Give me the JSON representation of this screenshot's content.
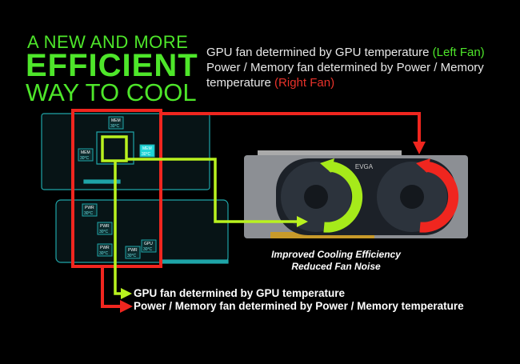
{
  "title": {
    "line1": "A NEW AND MORE",
    "line2": "EFFICIENT",
    "line3": "WAY TO COOL"
  },
  "description": {
    "part1": "GPU fan determined by GPU temperature ",
    "left_fan": "(Left Fan)",
    "part2": " Power / Memory fan determined by Power / Memory temperature ",
    "right_fan": "(Right Fan)"
  },
  "board_labels": {
    "mem": "MEM",
    "pwr": "PWR",
    "gpu": "GPU",
    "temp": "30°C"
  },
  "card_brand": "EVGA",
  "card_captions": [
    "Improved Cooling Efficiency",
    "Reduced Fan Noise"
  ],
  "legend": {
    "gpu": "GPU fan determined by GPU temperature",
    "power": "Power / Memory fan determined by Power / Memory temperature"
  },
  "colors": {
    "green": "#4ee62a",
    "lime": "#b9f21f",
    "red": "#f0261f",
    "board": "#1fa5a8"
  }
}
